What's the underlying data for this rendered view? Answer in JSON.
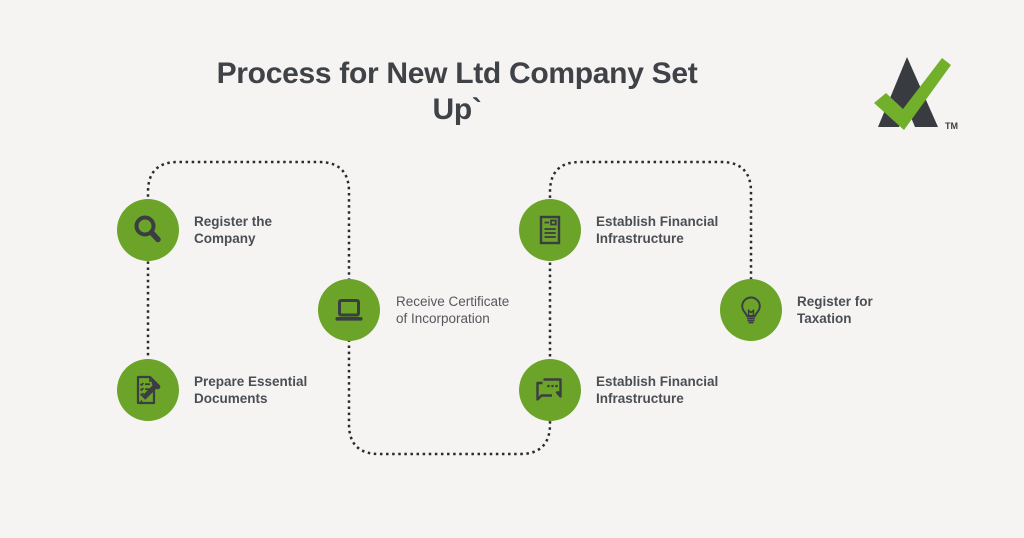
{
  "title": {
    "text": "Process for New Ltd Company Set\nUp`"
  },
  "logo": {
    "name": "company-logo-a-checkmark",
    "tm_mark": "TM"
  },
  "steps": [
    {
      "icon": "magnifier-icon",
      "label": "Register the\nCompany"
    },
    {
      "icon": "checklist-pencil-icon",
      "label": "Prepare Essential\nDocuments"
    },
    {
      "icon": "laptop-icon",
      "label": "Receive Certificate\nof Incorporation"
    },
    {
      "icon": "document-icon",
      "label": "Establish Financial\nInfrastructure"
    },
    {
      "icon": "chat-bubbles-icon",
      "label": "Establish Financial\nInfrastructure"
    },
    {
      "icon": "lightbulb-icon",
      "label": "Register for\nTaxation"
    }
  ],
  "colors": {
    "background": "#f5f4f2",
    "circle_green": "#6ba428",
    "logo_green": "#72b02b",
    "icon_dark": "#3a3e43",
    "title_text": "#3f4246",
    "label_text": "#4b4f55",
    "dotted_line": "#2b2b2b"
  }
}
